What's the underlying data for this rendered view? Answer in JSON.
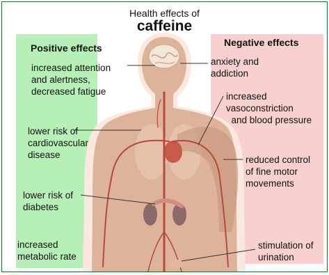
{
  "title": {
    "line1": "Health effects of",
    "line2": "caffeine"
  },
  "colors": {
    "positive_panel": "#b6f0b6",
    "negative_panel": "#f8d0d0",
    "body": "#ddb49a",
    "vessel": "#b8493a",
    "leader": "#333333"
  },
  "positive": {
    "heading": "Positive effects",
    "items": [
      {
        "id": "attention",
        "text": "increased attention\nand alertness,\ndecreased fatigue"
      },
      {
        "id": "cardio",
        "text": "lower risk of\ncardiovascular\ndisease"
      },
      {
        "id": "diabetes",
        "text": "lower risk of\ndiabetes"
      },
      {
        "id": "metabolic",
        "text": "increased\nmetabolic rate"
      }
    ]
  },
  "negative": {
    "heading": "Negative effects",
    "items": [
      {
        "id": "anxiety",
        "text": "anxiety and\naddiction"
      },
      {
        "id": "vaso",
        "text": "increased\nvasoconstriction\n  and blood pressure"
      },
      {
        "id": "motor",
        "text": "reduced control\nof fine motor\nmovements"
      },
      {
        "id": "urination",
        "text": "stimulation of\nurination"
      }
    ]
  }
}
